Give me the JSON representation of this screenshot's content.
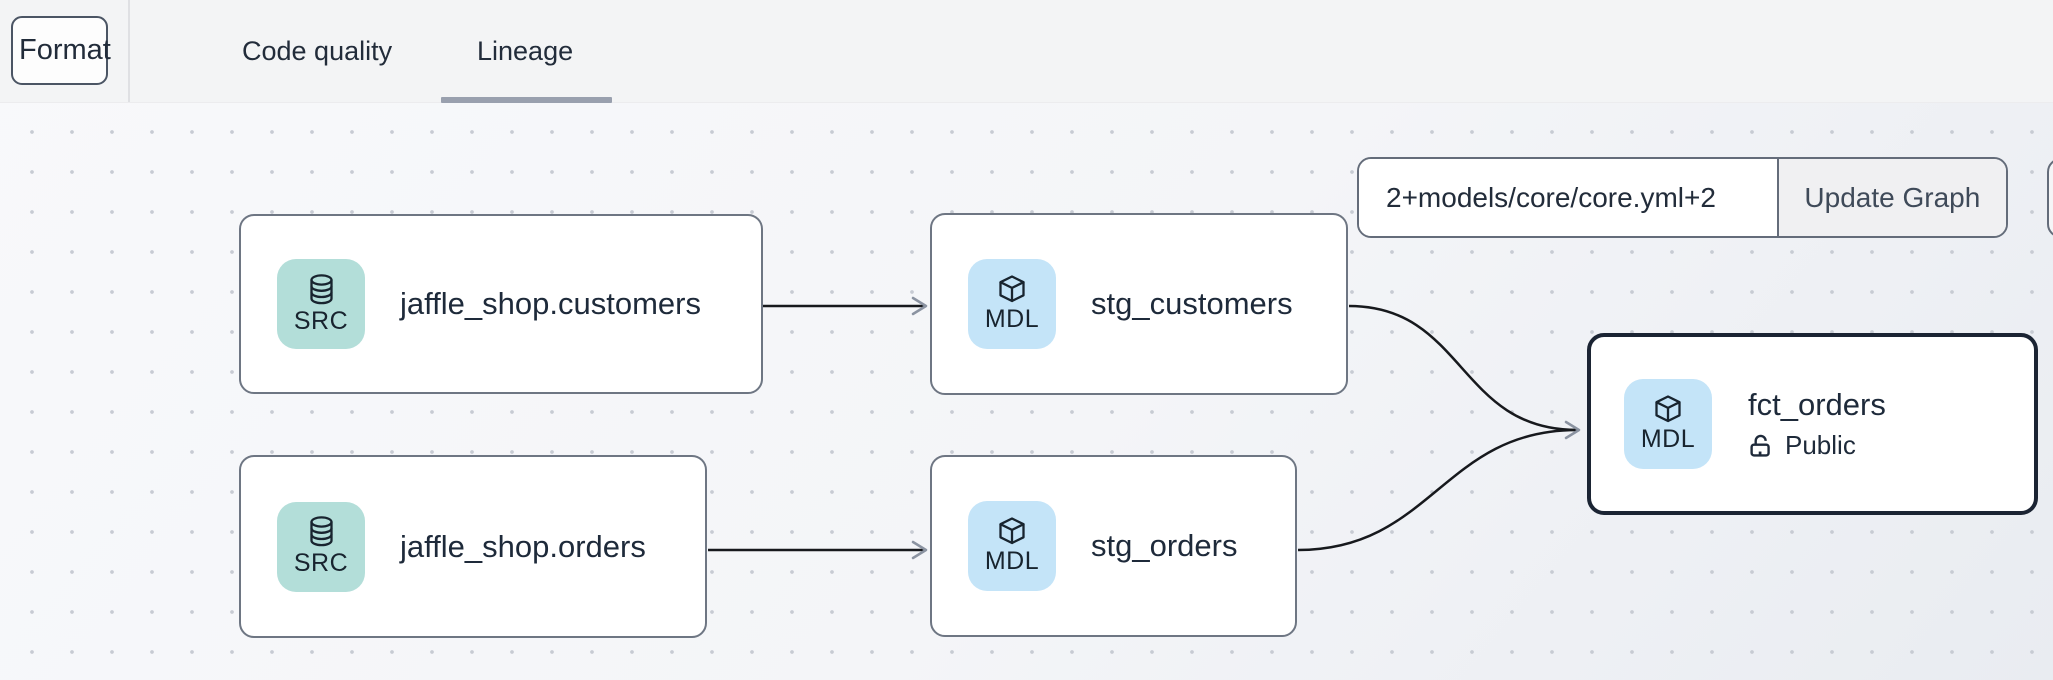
{
  "toolbar": {
    "format_button": "Format",
    "tabs": [
      {
        "label": "Code quality",
        "active": false
      },
      {
        "label": "Lineage",
        "active": true
      }
    ]
  },
  "graph_controls": {
    "selector_input": {
      "value": "2+models/core/core.yml+2"
    },
    "update_button": "Update Graph"
  },
  "nodes": [
    {
      "id": "jaffle_shop.customers",
      "kind": "source",
      "badge": "SRC",
      "label": "jaffle_shop.customers",
      "selected": false
    },
    {
      "id": "stg_customers",
      "kind": "model",
      "badge": "MDL",
      "label": "stg_customers",
      "selected": false
    },
    {
      "id": "jaffle_shop.orders",
      "kind": "source",
      "badge": "SRC",
      "label": "jaffle_shop.orders",
      "selected": false
    },
    {
      "id": "stg_orders",
      "kind": "model",
      "badge": "MDL",
      "label": "stg_orders",
      "selected": false
    },
    {
      "id": "fct_orders",
      "kind": "model",
      "badge": "MDL",
      "label": "fct_orders",
      "access": "Public",
      "selected": true
    }
  ],
  "edges": [
    {
      "from": "jaffle_shop.customers",
      "to": "stg_customers"
    },
    {
      "from": "jaffle_shop.orders",
      "to": "stg_orders"
    },
    {
      "from": "stg_customers",
      "to": "fct_orders"
    },
    {
      "from": "stg_orders",
      "to": "fct_orders"
    }
  ],
  "colors": {
    "src_badge_bg": "#b3ded9",
    "mdl_badge_bg": "#c4e4f8",
    "node_border": "#6e7683",
    "selected_node_border": "#1b2433",
    "edge": "#17191d",
    "active_tab_underline": "#99a0ae",
    "control_border": "#646c7a",
    "format_button_border": "#4b5564"
  }
}
